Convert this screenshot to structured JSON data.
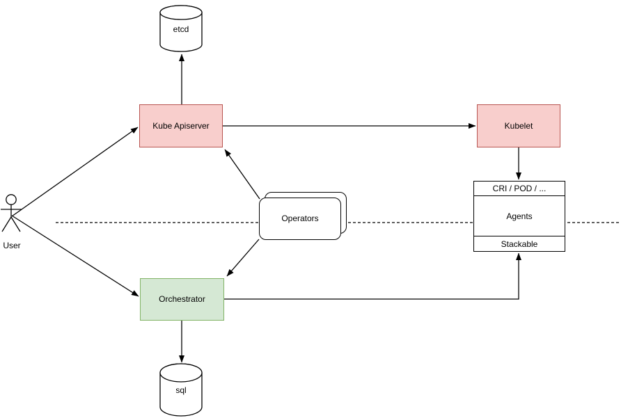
{
  "diagram": {
    "title": "kubernetes-operators-architecture-diagram",
    "nodes": {
      "etcd": {
        "label": "etcd",
        "shape": "database-cylinder"
      },
      "kube_apiserver": {
        "label": "Kube Apiserver",
        "shape": "rectangle",
        "fill": "#f8cecc",
        "stroke": "#b85450"
      },
      "kubelet": {
        "label": "Kubelet",
        "shape": "rectangle",
        "fill": "#f8cecc",
        "stroke": "#b85450"
      },
      "operators": {
        "label": "Operators",
        "shape": "stacked-rounded-rectangle"
      },
      "agents_stack": {
        "sections": [
          "CRI / POD / ...",
          "Agents",
          "Stackable"
        ],
        "shape": "partitioned-rectangle"
      },
      "orchestrator": {
        "label": "Orchestrator",
        "shape": "rectangle",
        "fill": "#d5e8d4",
        "stroke": "#82b366"
      },
      "sql": {
        "label": "sql",
        "shape": "database-cylinder"
      },
      "user": {
        "label": "User",
        "shape": "actor"
      }
    },
    "edges": [
      {
        "from": "user",
        "to": "kube_apiserver",
        "style": "solid-arrow"
      },
      {
        "from": "user",
        "to": "orchestrator",
        "style": "solid-arrow"
      },
      {
        "from": "kube_apiserver",
        "to": "etcd",
        "style": "solid-arrow"
      },
      {
        "from": "kube_apiserver",
        "to": "kubelet",
        "style": "solid-arrow"
      },
      {
        "from": "kubelet",
        "to": "agents_stack",
        "style": "solid-arrow"
      },
      {
        "from": "operators",
        "to": "kube_apiserver",
        "style": "solid-arrow"
      },
      {
        "from": "operators",
        "to": "orchestrator",
        "style": "solid-arrow"
      },
      {
        "from": "orchestrator",
        "to": "sql",
        "style": "solid-arrow"
      },
      {
        "from": "orchestrator",
        "to": "agents_stack",
        "style": "solid-arrow"
      },
      {
        "name": "horizontal-separator",
        "style": "dashed-line"
      }
    ]
  },
  "colors": {
    "pink_fill": "#f8cecc",
    "pink_stroke": "#b85450",
    "green_fill": "#d5e8d4",
    "green_stroke": "#82b366",
    "line": "#000000",
    "canvas_bg": "#ffffff"
  }
}
